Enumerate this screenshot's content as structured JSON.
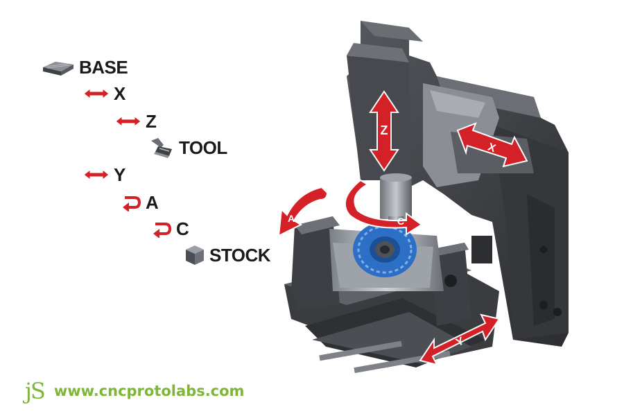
{
  "kinematic_chain": [
    {
      "id": "base",
      "label": "BASE",
      "icon": "base-block-icon"
    },
    {
      "id": "x",
      "label": "X",
      "icon": "linear-arrow-icon"
    },
    {
      "id": "z",
      "label": "Z",
      "icon": "linear-arrow-icon"
    },
    {
      "id": "tool",
      "label": "TOOL",
      "icon": "tool-icon"
    },
    {
      "id": "y",
      "label": "Y",
      "icon": "linear-arrow-icon"
    },
    {
      "id": "a",
      "label": "A",
      "icon": "rotary-arrow-icon"
    },
    {
      "id": "c",
      "label": "C",
      "icon": "rotary-arrow-icon"
    },
    {
      "id": "stock",
      "label": "STOCK",
      "icon": "stock-cube-icon"
    }
  ],
  "machine_axes": {
    "z": "Z",
    "x": "X",
    "y": "Y",
    "a": "A",
    "c": "C"
  },
  "footer": {
    "logo": "jS",
    "url": "www.cncprotolabs.com"
  },
  "colors": {
    "axis_arrow": "#d42027",
    "machine_body": "#3a3a3e",
    "workpiece": "#2d6fc4",
    "brand_green": "#7fb539"
  }
}
